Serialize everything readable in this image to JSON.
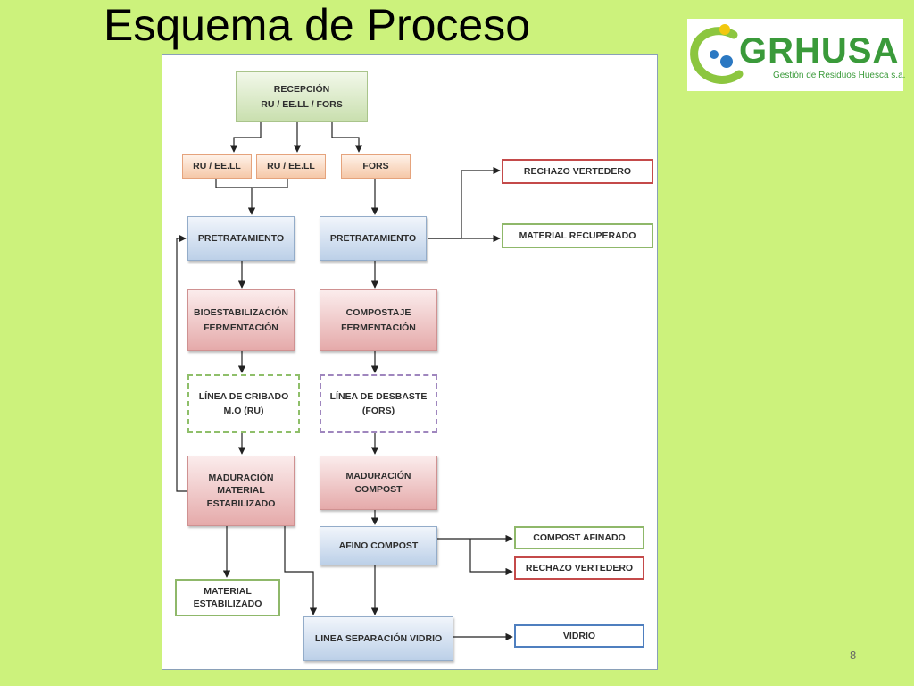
{
  "slide": {
    "title": "Esquema de Proceso",
    "page_number": "8"
  },
  "logo": {
    "brand": "GRHUSA",
    "tagline": "Gestión de Residuos Huesca s.a."
  },
  "diagram": {
    "recepcion": {
      "line1": "RECEPCIÓN",
      "line2": "RU / EE.LL / FORS"
    },
    "ru_eell_1": "RU / EE.LL",
    "ru_eell_2": "RU / EE.LL",
    "fors": "FORS",
    "pretratamiento_left": "PRETRATAMIENTO",
    "pretratamiento_right": "PRETRATAMIENTO",
    "rechazo_vertedero_top": "RECHAZO VERTEDERO",
    "material_recuperado": "MATERIAL RECUPERADO",
    "bioestabilizacion": {
      "line1": "BIOESTABILIZACIÓN",
      "line2": "FERMENTACIÓN"
    },
    "compostaje": {
      "line1": "COMPOSTAJE",
      "line2": "FERMENTACIÓN"
    },
    "linea_cribado": {
      "line1": "LÍNEA DE CRIBADO",
      "line2": "M.O (RU)"
    },
    "linea_desbaste": {
      "line1": "LÍNEA DE DESBASTE",
      "line2": "(FORS)"
    },
    "maduracion_material": {
      "line1": "MADURACIÓN",
      "line2": "MATERIAL",
      "line3": "ESTABILIZADO"
    },
    "maduracion_compost": {
      "line1": "MADURACIÓN",
      "line2": "COMPOST"
    },
    "afino_compost": "AFINO COMPOST",
    "compost_afinado": "COMPOST AFINADO",
    "rechazo_vertedero_bottom": "RECHAZO VERTEDERO",
    "material_estabilizado": {
      "line1": "MATERIAL",
      "line2": "ESTABILIZADO"
    },
    "linea_separacion_vidrio": "LINEA SEPARACIÓN VIDRIO",
    "vidrio": "VIDRIO"
  }
}
